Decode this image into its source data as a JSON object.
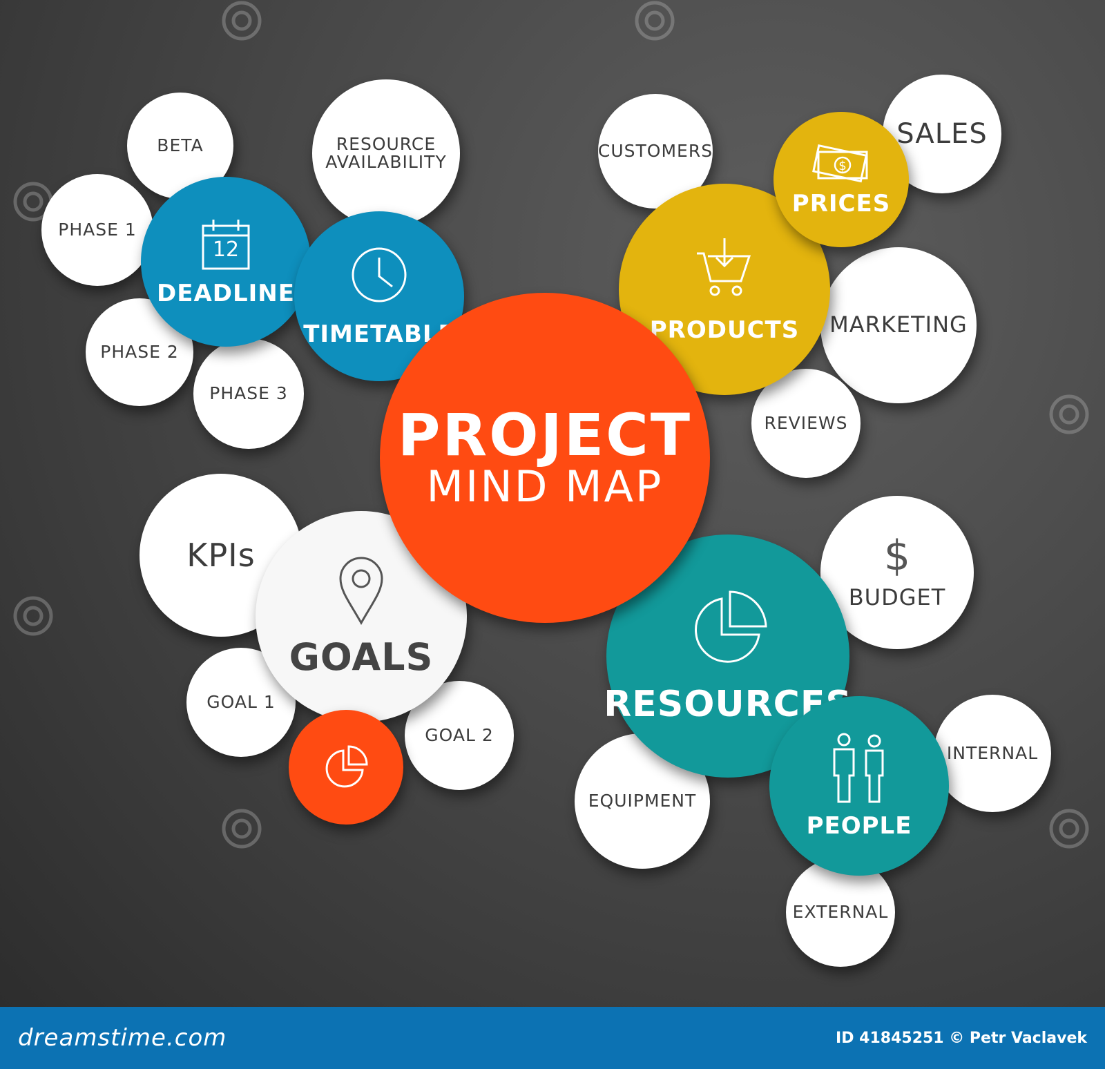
{
  "center": {
    "title": "PROJECT",
    "subtitle": "MIND MAP"
  },
  "deadline": {
    "label": "DEADLINE",
    "calendar_number": "12",
    "children": [
      "BETA",
      "PHASE 1",
      "PHASE 2",
      "PHASE 3"
    ]
  },
  "timetable": {
    "label": "TIMETABLE",
    "children": [
      "RESOURCE",
      "AVAILABILITY"
    ]
  },
  "products": {
    "label": "PRODUCTS",
    "children": [
      "CUSTOMERS",
      "MARKETING",
      "REVIEWS"
    ]
  },
  "prices": {
    "label": "PRICES",
    "children": [
      "SALES"
    ]
  },
  "goals": {
    "label": "GOALS",
    "children": [
      "KPIs",
      "GOAL 1",
      "GOAL 2"
    ]
  },
  "resources": {
    "label": "RESOURCES",
    "children": [
      "BUDGET",
      "EQUIPMENT"
    ]
  },
  "people": {
    "label": "PEOPLE",
    "children": [
      "INTERNAL",
      "EXTERNAL"
    ]
  },
  "colors": {
    "background": "#4a4a4a",
    "blue": "#0e8fbd",
    "yellow": "#e3b40e",
    "orange": "#ff4b12",
    "teal": "#12999a",
    "white": "#ffffff",
    "footer": "#0c72b3"
  },
  "icons": [
    "calendar-icon",
    "clock-icon",
    "cart-icon",
    "money-icon",
    "location-pin-icon",
    "pie-chart-icon",
    "dollar-icon",
    "people-icon",
    "spiral-watermark-icon"
  ],
  "footer": {
    "brand": "dreamstime.com",
    "credit": "ID 41845251 © Petr Vaclavek"
  }
}
